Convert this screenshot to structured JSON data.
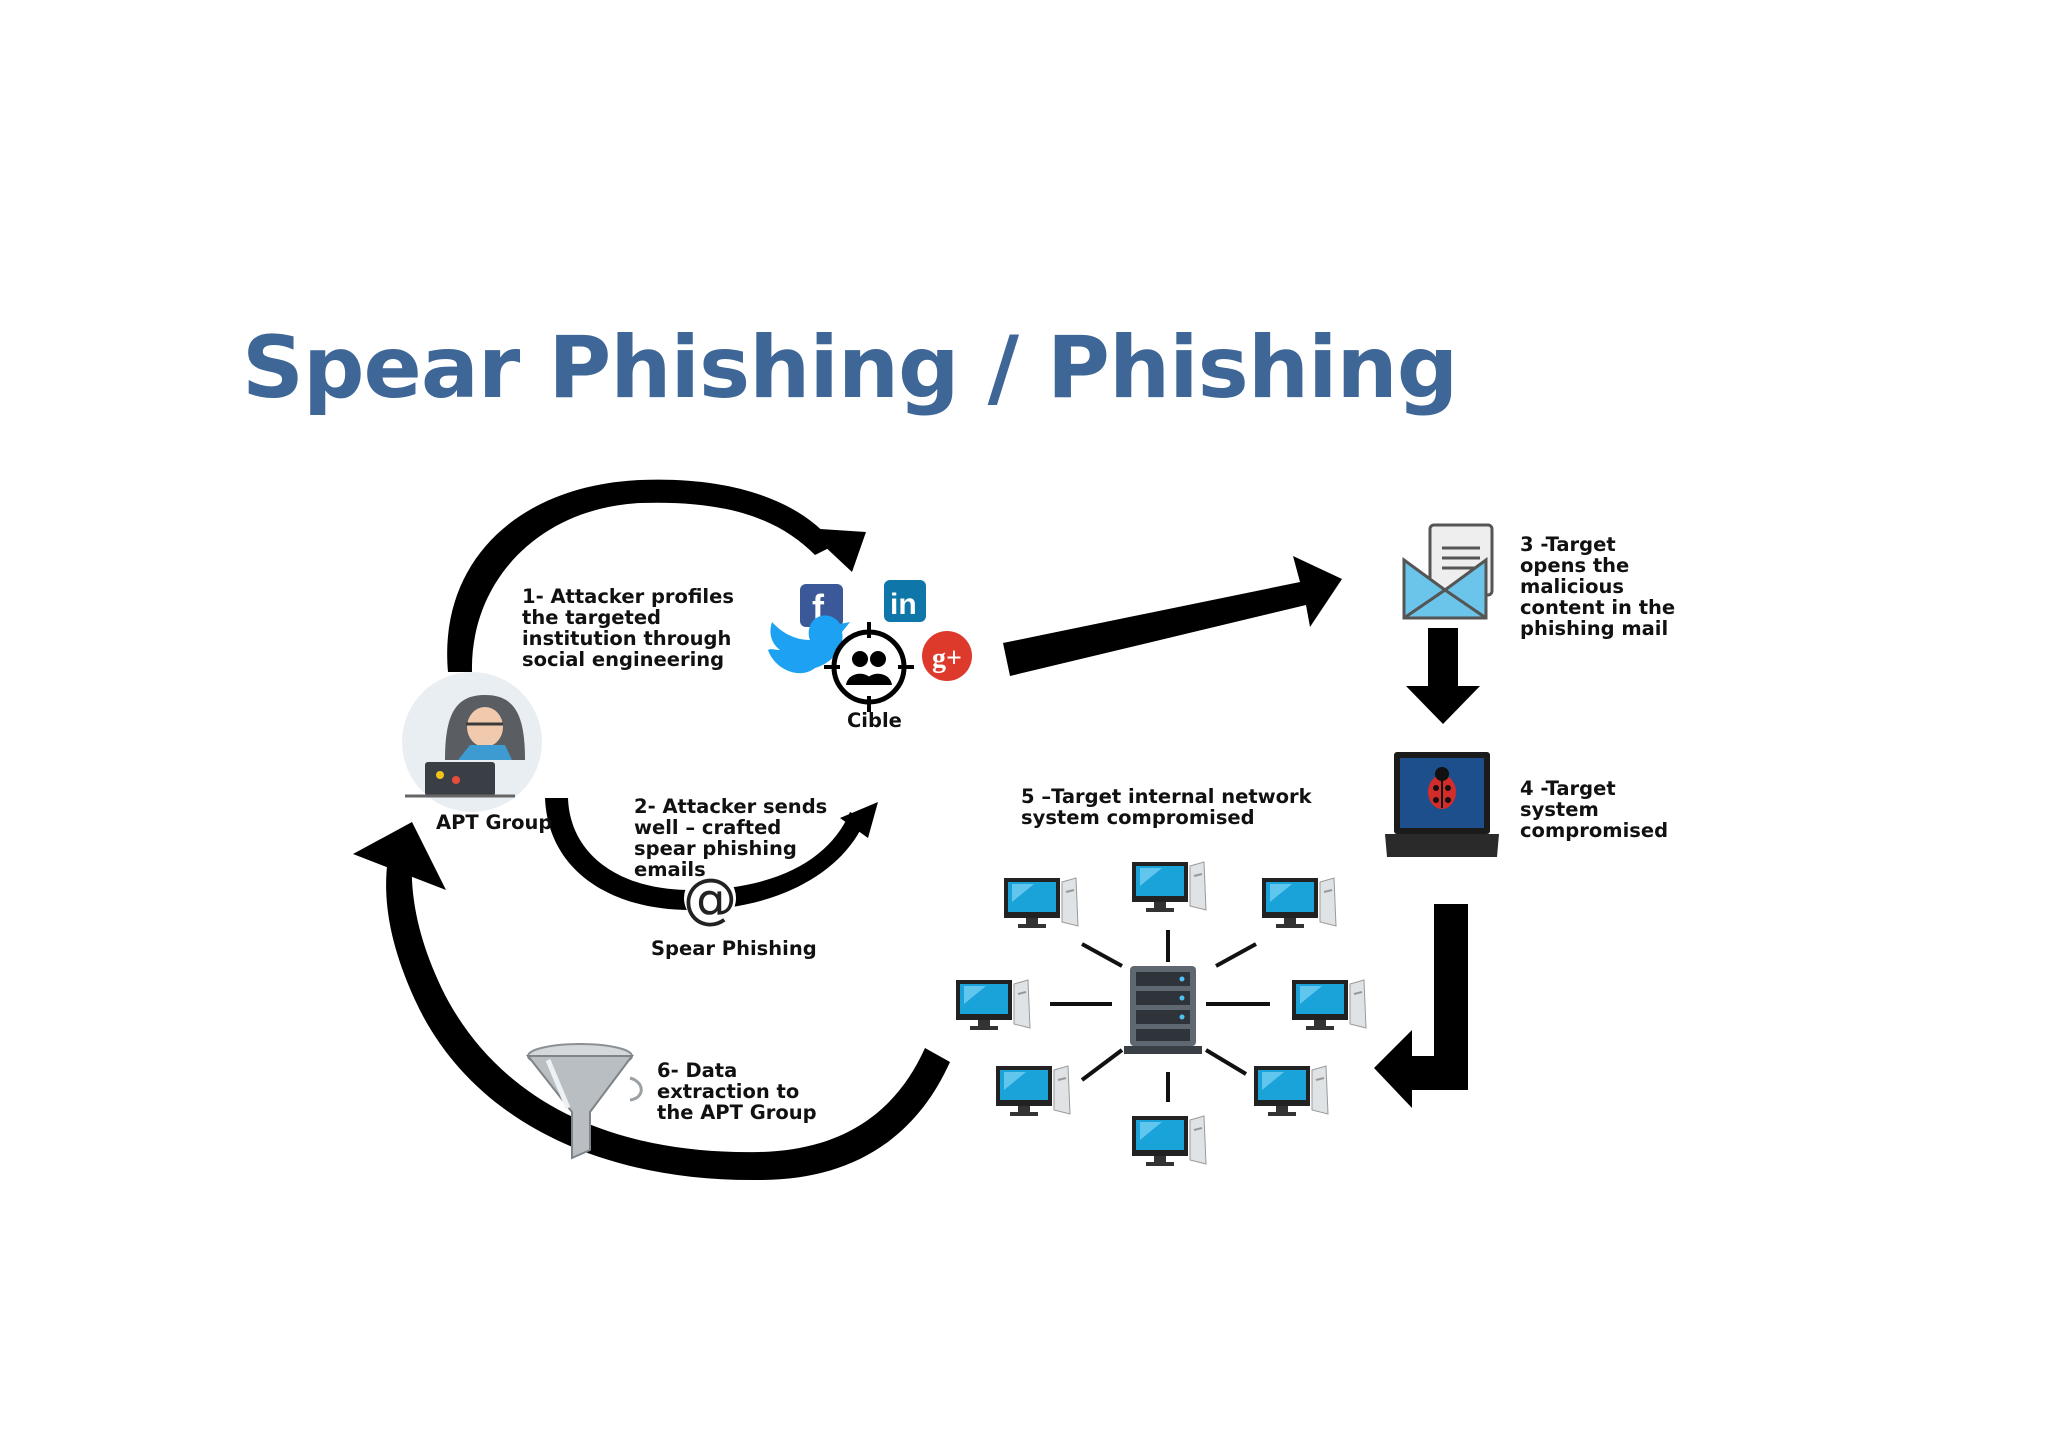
{
  "title": "Spear Phishing / Phishing",
  "labels": {
    "step1": "1- Attacker profiles\nthe targeted\ninstitution through\nsocial engineering",
    "cible": "Cible",
    "apt_group": "APT Group",
    "step2": "2- Attacker sends\nwell – crafted\nspear phishing\nemails",
    "spear_phishing": "Spear Phishing",
    "step3": "3 -Target\nopens the\nmalicious\ncontent  in the\nphishing mail",
    "step4": "4 -Target\nsystem\ncompromised",
    "step5": "5 –Target  internal network\n  system compromised",
    "step6": "6- Data\nextraction to\nthe APT Group",
    "at_symbol": "@",
    "google_plus": "g+"
  },
  "colors": {
    "title": "#3e6797",
    "arrow": "#000000",
    "facebook": "#3b5998",
    "linkedin": "#0e76a8",
    "twitter": "#1da1f2",
    "google_plus": "#dd3a2c",
    "monitor_screen": "#1aa3d9",
    "envelope": "#6bc4ea"
  },
  "icons": {
    "attacker": "hacker-with-laptop-icon",
    "target": "target-crosshair-icon",
    "mail": "envelope-letter-icon",
    "laptop": "laptop-ladybug-icon",
    "server": "server-rack-icon",
    "workstation": "desktop-computer-icon",
    "funnel": "funnel-icon"
  }
}
